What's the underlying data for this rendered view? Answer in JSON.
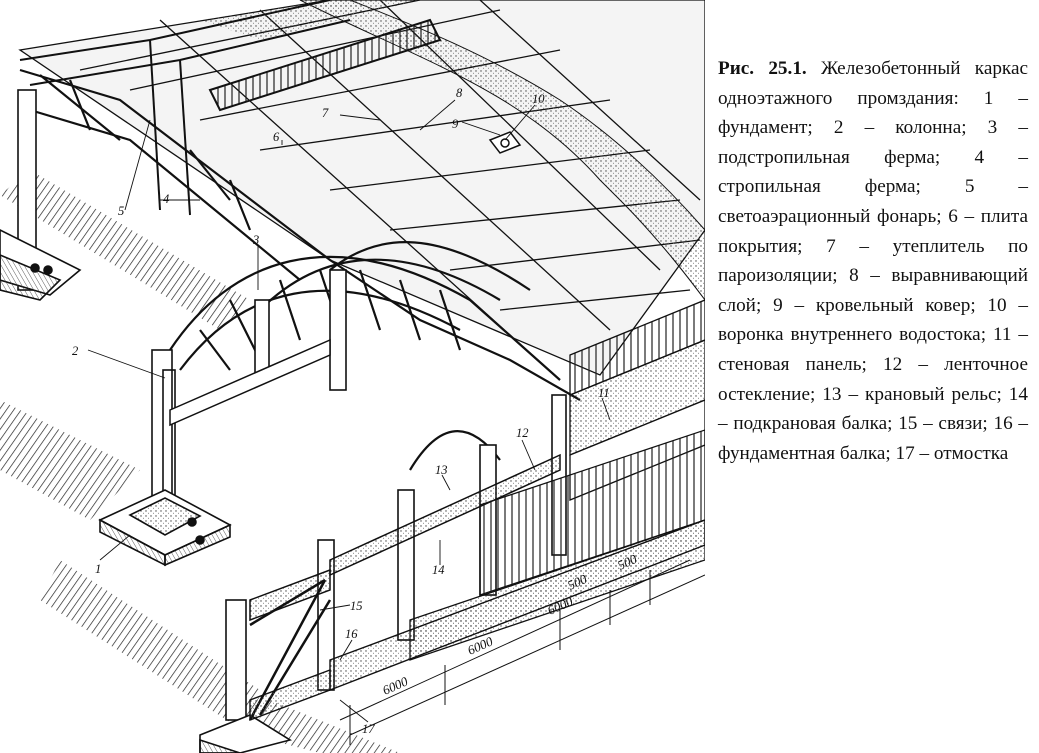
{
  "figure": {
    "label": "Рис. 25.1.",
    "caption": "Железобетонный каркас одноэтажного промздания: 1 – фундамент; 2 – колонна; 3 – подстропильная ферма; 4 – стропильная ферма; 5 – светоаэрационный фонарь; 6 – плита покрытия; 7 – утеплитель по пароизоляции; 8 – выравнивающий слой; 9 – кровельный ковер; 10 – воронка внутреннего водостока; 11 – стеновая панель; 12 – ленточное остекление; 13 – крановый рельс; 14 – подкрановая балка; 15 – связи; 16 – фундаментная балка; 17 – отмостка"
  },
  "callouts": [
    "1",
    "2",
    "3",
    "4",
    "5",
    "6",
    "7",
    "8",
    "9",
    "10",
    "11",
    "12",
    "13",
    "14",
    "15",
    "16",
    "17"
  ],
  "dimensions": [
    "6000",
    "6000",
    "6000",
    "500",
    "500"
  ]
}
